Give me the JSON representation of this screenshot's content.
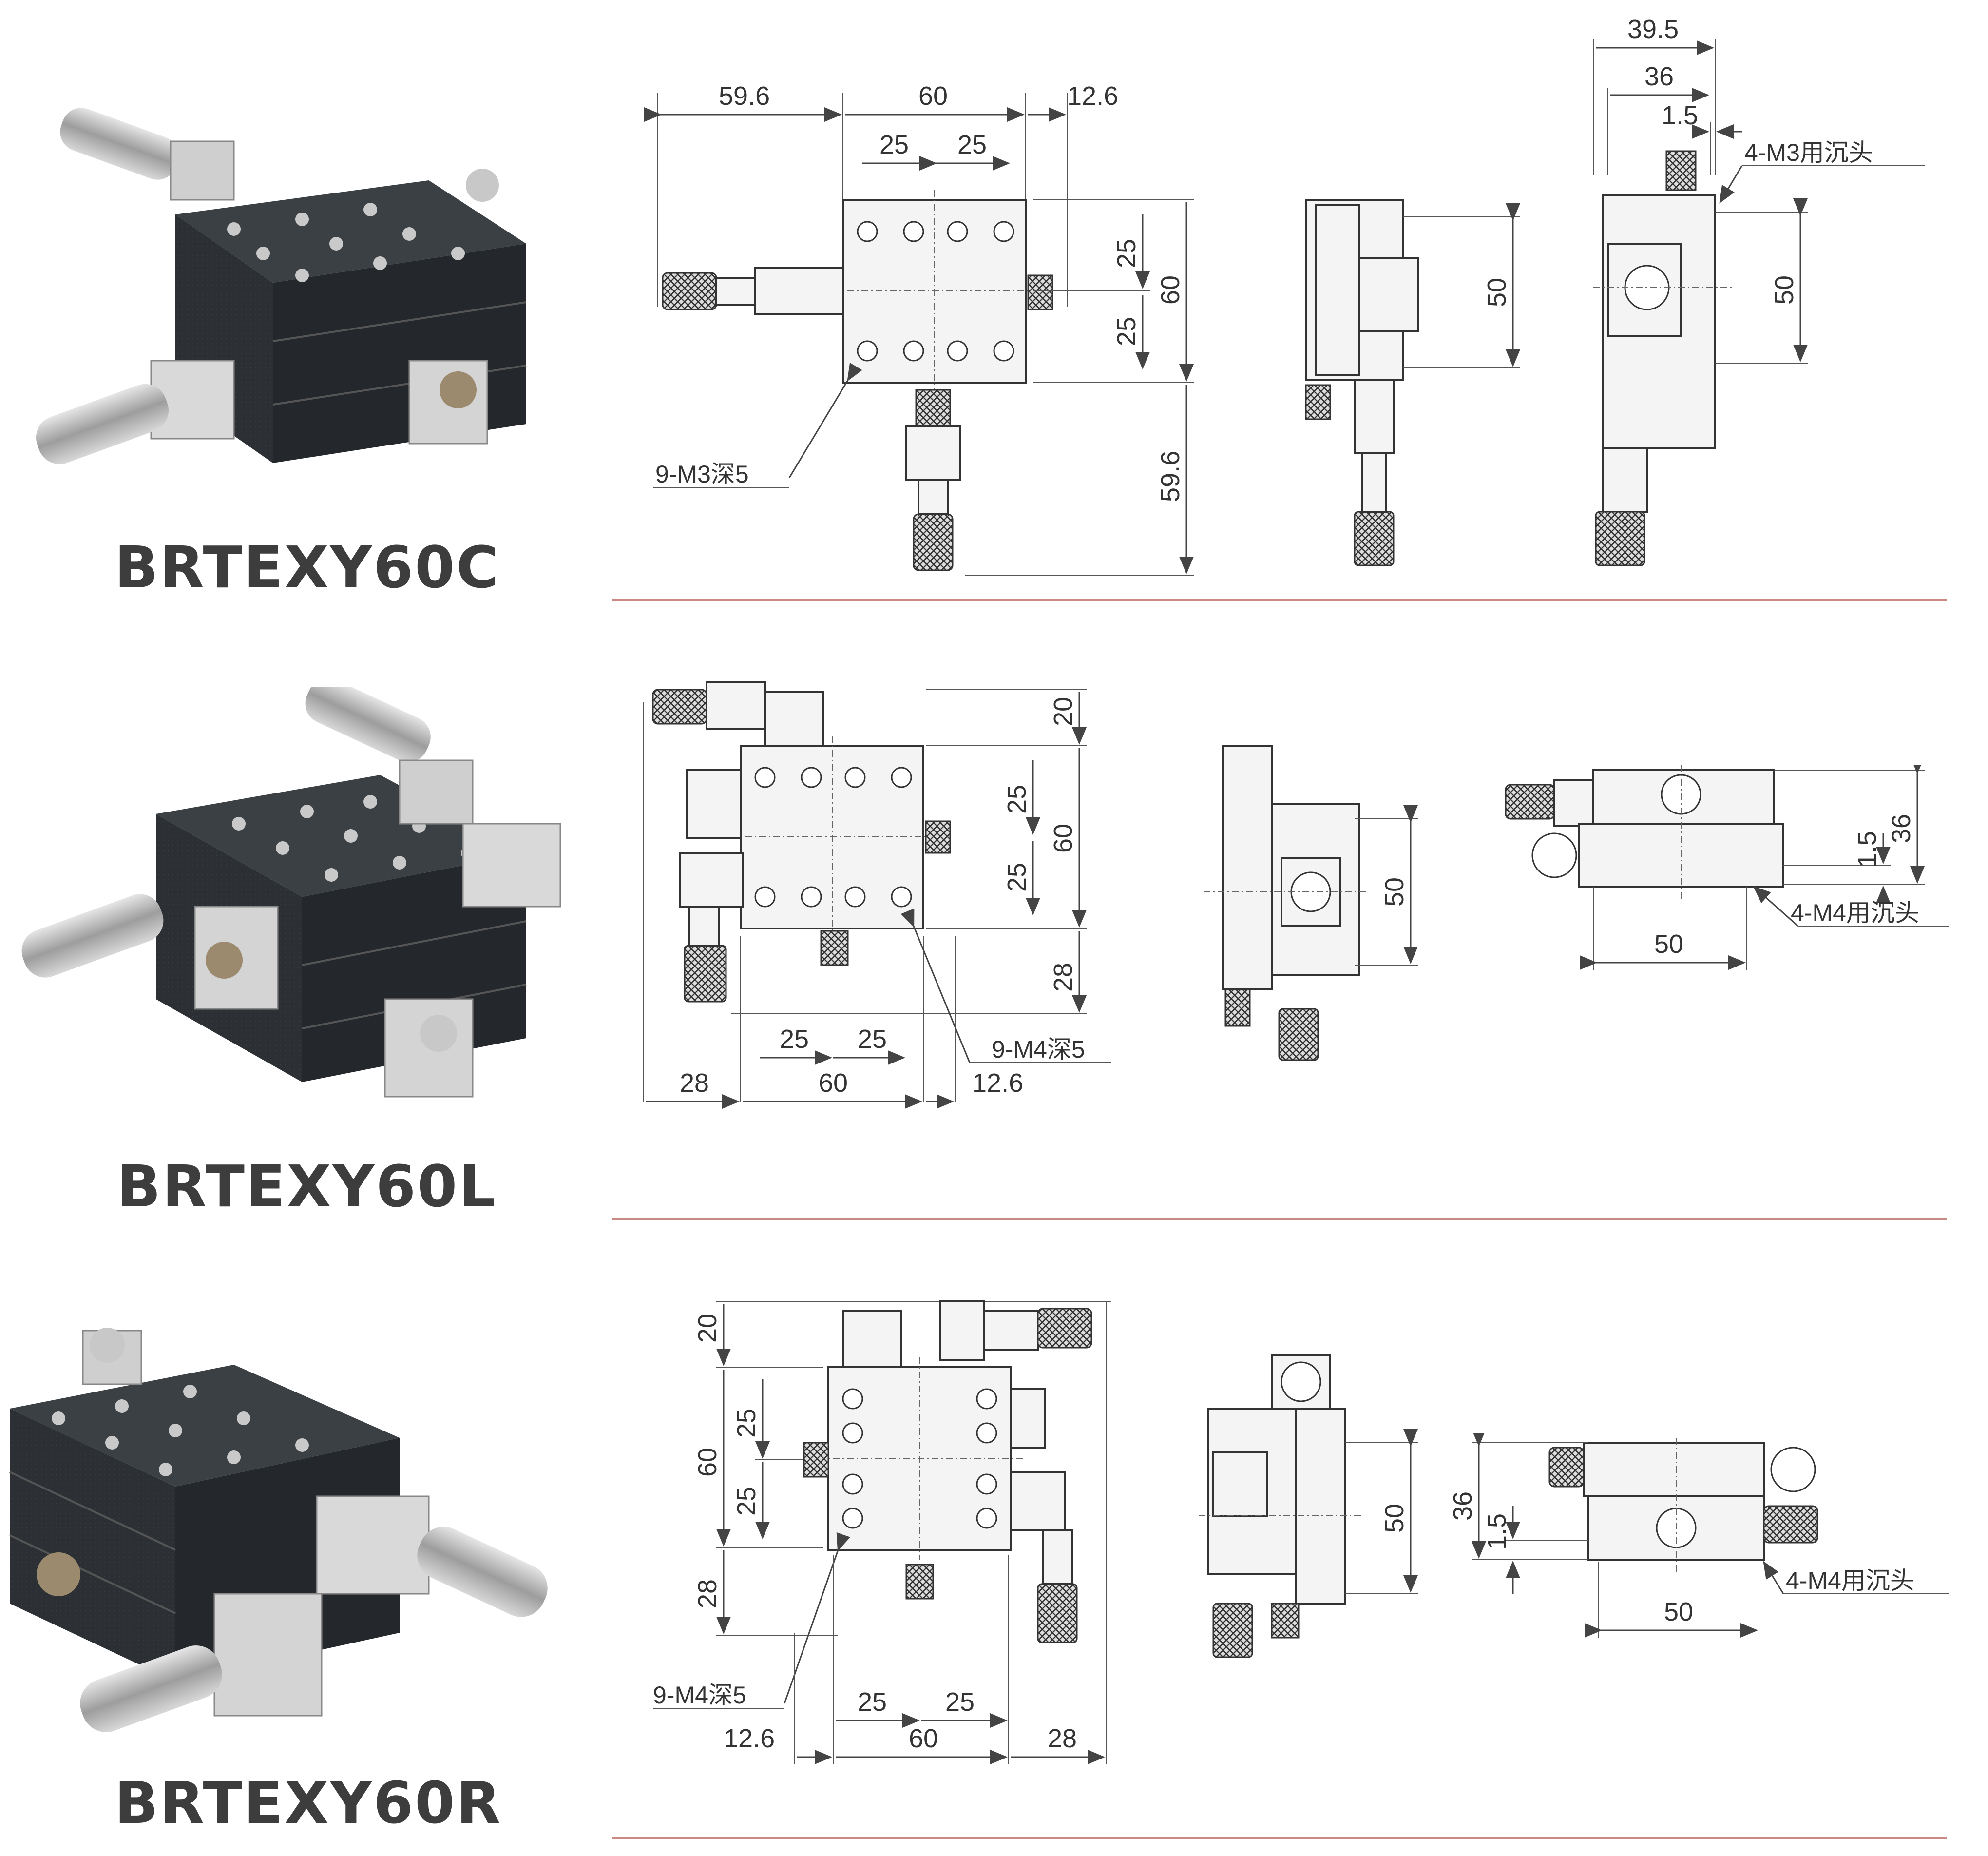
{
  "models": [
    {
      "name": "BRTEXY60C",
      "top_view": {
        "dims": [
          "59.6",
          "60",
          "12.6",
          "25",
          "25",
          "25",
          "25",
          "60",
          "59.6"
        ],
        "callout": "9-M3深5"
      },
      "side_view": {
        "dims": [
          "50"
        ]
      },
      "end_view": {
        "dims": [
          "39.5",
          "36",
          "1.5",
          "50"
        ],
        "callout": "4-M3用沉头"
      }
    },
    {
      "name": "BRTEXY60L",
      "top_view": {
        "dims": [
          "20",
          "25",
          "60",
          "25",
          "28",
          "25",
          "25",
          "28",
          "60",
          "12.6"
        ],
        "callout": "9-M4深5"
      },
      "side_view": {
        "dims": [
          "50"
        ]
      },
      "end_view": {
        "dims": [
          "36",
          "1.5",
          "50"
        ],
        "callout": "4-M4用沉头"
      }
    },
    {
      "name": "BRTEXY60R",
      "top_view": {
        "dims": [
          "20",
          "60",
          "25",
          "25",
          "28",
          "25",
          "25",
          "12.6",
          "60",
          "28"
        ],
        "callout": "9-M4深5"
      },
      "side_view": {
        "dims": [
          "50"
        ]
      },
      "end_view": {
        "dims": [
          "36",
          "1.5",
          "50"
        ],
        "callout": "4-M4用沉头"
      }
    }
  ],
  "colors": {
    "divider": "#c98a83",
    "stage": "#2e3236",
    "title": "#3d3d3d"
  }
}
